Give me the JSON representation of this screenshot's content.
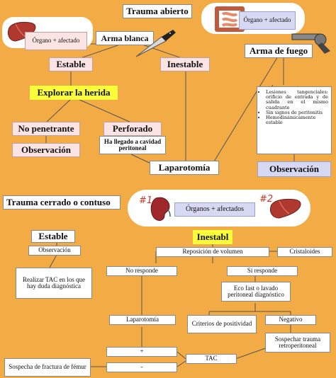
{
  "top": {
    "title": "Trauma abierto",
    "organ_afectado_left": "Órgano + afectado",
    "organ_afectado_right": "Órgano + afectado",
    "arma_blanca": "Arma blanca",
    "arma_fuego": "Arma de fuego",
    "estable": "Estable",
    "inestable": "Inestable",
    "explorar": "Explorar la herida",
    "no_penetrante": "No penetrante",
    "observacion_left": "Observación",
    "perforado": "Perforado",
    "perforado_desc": "Ha llegado a cavidad peritoneal",
    "laparotomia": "Laparotomía",
    "observacion_right": "Observación",
    "bullets": [
      "Lesiones tangenciales: orificio de entrada y de salida en el mismo cuadrante",
      "Sin signos de peritonitis",
      "Hemodinámicamente estable"
    ]
  },
  "bottom": {
    "title": "Trauma cerrado o contuso",
    "num1": "#1",
    "num2": "#2",
    "organos_afectados": "Órganos + afectados",
    "estable": "Estable",
    "inestable": "Inestabl",
    "observacion": "Observación",
    "tac_desc": "Realizar TAC en los que hay duda diagnóstica",
    "reposicion": "Reposición de volumen",
    "cristaloides": "Cristaloides",
    "no_responde": "No responde",
    "si_responde": "Si responde",
    "eco": "Eco fast o lavado peritoneal diagnóstico",
    "laparotomia": "Laparotomía",
    "criterios": "Criterios de positividad",
    "negativo": "Negativo",
    "sospechar": "Sospechar trauma retroperitoneal",
    "plus": "+",
    "minus": "-",
    "tac": "TAC",
    "sospecha_femur": "Sospecha de fractura de fémur"
  },
  "icons": [
    "liver-icon",
    "knife-icon",
    "intestine-icon",
    "gun-icon",
    "kidney-icon"
  ],
  "colors": {
    "background": "#f3ab45",
    "highlight": "#fbff3a",
    "pink_box": "#fce4e4",
    "lavender_box": "#d7d9f2"
  }
}
